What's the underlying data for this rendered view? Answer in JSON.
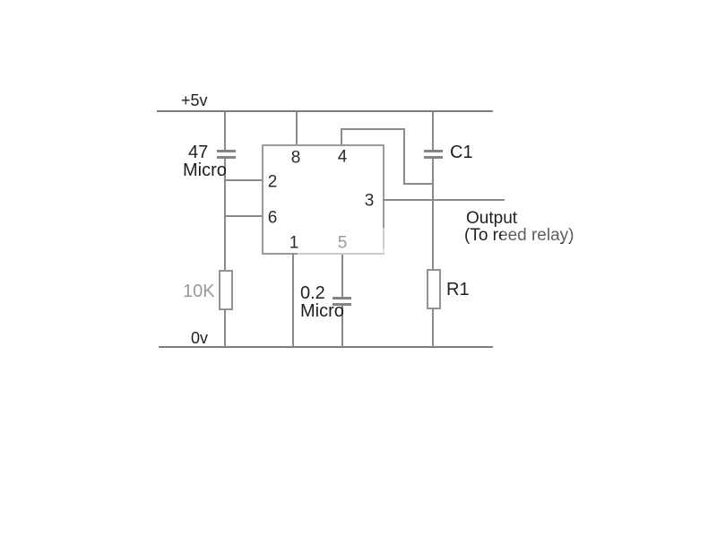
{
  "colors": {
    "background": "#ffffff",
    "wire": "#8a8a8a",
    "text": "#1f1f1f",
    "faded_text": "#9a9a9a"
  },
  "schematic": {
    "power_rail": {
      "label": "+5v"
    },
    "ground_rail": {
      "label": "0v"
    },
    "ic": {
      "pin8": "8",
      "pin4": "4",
      "pin2": "2",
      "pin6": "6",
      "pin3": "3",
      "pin1": "1",
      "pin5": "5"
    },
    "capacitor_47uf": {
      "line1": "47",
      "line2": "Micro"
    },
    "resistor_10k": {
      "label": "10K"
    },
    "capacitor_02uf": {
      "line1": "0.2",
      "line2": "Micro"
    },
    "capacitor_c1": {
      "label": "C1"
    },
    "resistor_r1": {
      "label": "R1"
    },
    "output": {
      "line1": "Output",
      "line2": "(To reed relay)"
    }
  }
}
